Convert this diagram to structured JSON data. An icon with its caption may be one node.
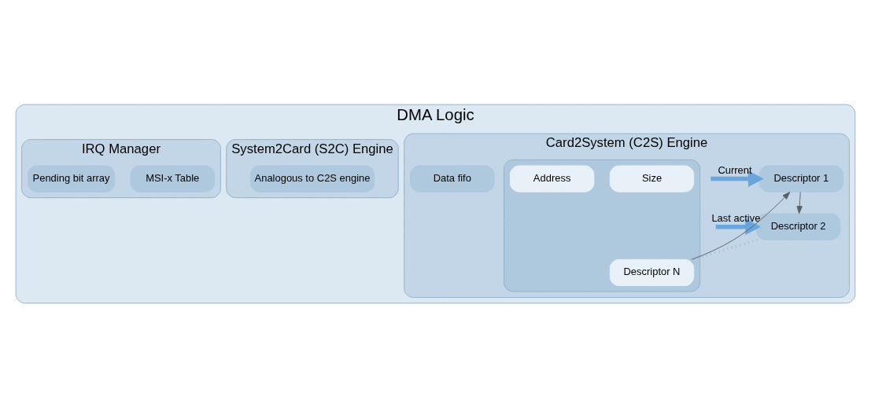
{
  "diagram": {
    "nodes": [
      {
        "text": [
          "DMA Logic"
        ]
      },
      {
        "text": [
          "Card2System (C2S) Engine"
        ],
        "in": 0
      },
      {
        "text": [
          "Descriptor 1"
        ],
        "in": 1
      },
      {
        "text": [
          "Descriptor 2"
        ],
        "in": 1
      },
      {
        "text": [
          "Data fifo"
        ],
        "in": 1
      },
      {
        "text": [],
        "shape": "box",
        "in": 1
      },
      {
        "text": [
          "Descriptor N"
        ],
        "in": 5
      },
      {
        "text": [
          "Size"
        ],
        "in": 5
      },
      {
        "text": [
          "Address"
        ],
        "in": 5
      },
      {
        "text": [
          "System2Card (S2C) Engine"
        ],
        "in": 0
      },
      {
        "text": [
          "Analogous to C2S engine"
        ],
        "in": 9
      },
      {
        "text": [
          "IRQ Manager"
        ],
        "in": 0
      },
      {
        "text": [
          "MSI-x Table"
        ],
        "in": 11
      },
      {
        "text": [
          "Pending bit array"
        ],
        "in": 11
      }
    ],
    "edges": [
      {
        "from": null,
        "to": 2,
        "arrow": "to",
        "label": "Current",
        "style": "thick",
        "color": "#6aa6dc"
      },
      {
        "from": null,
        "to": 3,
        "arrow": "to",
        "label": "Last active",
        "style": "thick",
        "color": "#6aa6dc"
      },
      {
        "from": 2,
        "to": 3,
        "arrow": "to",
        "color": "#55626c"
      },
      {
        "from": 3,
        "to": 6,
        "arrow": "none",
        "style": "dashed",
        "color": "#9fb9cc"
      },
      {
        "from": 6,
        "to": 2,
        "arrow": "to",
        "color": "#55626c"
      }
    ]
  }
}
